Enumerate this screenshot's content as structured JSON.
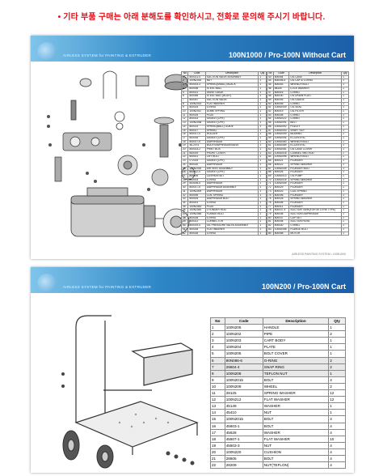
{
  "notice": "• 기타 부품 구매는 아래 분해도를 확인하시고, 전화로 문의해 주시기 바랍니다.",
  "sheet1": {
    "banner_sub": "AIRLESS SYSTEM for PAINTING & EXTRUDER",
    "model": "100N1000 / Pro-100N Without Cart",
    "footer": "AIRLESS PAINTING SYSTEM • 100N1000",
    "headers": [
      "No",
      "Code",
      "Description",
      "Qty"
    ],
    "rows_left": [
      [
        "1",
        "800021-4",
        "SUCTION VALVE ASSEMBLY",
        "1"
      ],
      [
        "2",
        "100N2016",
        "NUT",
        "1"
      ],
      [
        "3",
        "800003-3",
        "SPRING(SMALL) BLACK",
        "1"
      ],
      [
        "4",
        "800008",
        "STEEL BALL",
        "1"
      ],
      [
        "5",
        "800021",
        "VALVE GUIDE",
        "1"
      ],
      [
        "6",
        "800055",
        "STEEL BALL (BODY)",
        "1"
      ],
      [
        "7",
        "800057",
        "SUCTION VALVE",
        "1"
      ],
      [
        "8",
        "100N2014",
        "FLAT WASHER",
        "1"
      ],
      [
        "9",
        "800024",
        "O-RING",
        "1"
      ],
      [
        "10",
        "100N2011",
        "DOME SPRING",
        "1"
      ],
      [
        "11",
        "800025",
        "PLUG",
        "1"
      ],
      [
        "12",
        "800013",
        "GASKET(CPR)",
        "1"
      ],
      [
        "13",
        "100N2038",
        "GASKET(CPR)",
        "1"
      ],
      [
        "14",
        "800023",
        "SPRING(BALL) GUIDE",
        "1"
      ],
      [
        "15",
        "800017",
        "SPRING",
        "1"
      ],
      [
        "16",
        "800017-4",
        "HOLDER",
        "1"
      ],
      [
        "17",
        "800016",
        "GASKET(CPR)",
        "1"
      ],
      [
        "18",
        "800017-5",
        "DIAPHRAGM",
        "1"
      ],
      [
        "19",
        "46-2074",
        "BODY/DIAPHRAGM/VALVE",
        "1"
      ],
      [
        "20",
        "800023-2",
        "PRINT BOX",
        "1"
      ],
      [
        "21",
        "800019",
        "FRONT COVER",
        "1"
      ],
      [
        "22",
        "800001",
        "CRY BOLT",
        "1"
      ],
      [
        "23",
        "072024",
        "GASKET(CPR)",
        "1"
      ],
      [
        "24",
        "800020",
        "DIAPHRAGM",
        "1"
      ],
      [
        "25",
        "100N2016",
        "AIR VENT ASSEMBLY",
        "1"
      ],
      [
        "26",
        "800012-4",
        "GASKET(CPR)",
        "1"
      ],
      [
        "27",
        "800006",
        "CUSHION SET",
        "1"
      ],
      [
        "28",
        "800003",
        "O-RING",
        "1"
      ],
      [
        "29",
        "800006-4",
        "DIAPHRAGM",
        "1"
      ],
      [
        "30",
        "800017-5",
        "DIAPHRAGM ASSEMBLY",
        "1"
      ],
      [
        "31",
        "100N2009",
        "DIAPHRAGM",
        "1"
      ],
      [
        "32",
        "800006",
        "COIL SPRING",
        "1"
      ],
      [
        "33",
        "800004",
        "DIAPHRAGM BOLT",
        "1"
      ],
      [
        "34",
        "800001",
        "O-RING",
        "1"
      ],
      [
        "35",
        "100N2043",
        "PLUG",
        "1"
      ],
      [
        "36",
        "100N2044",
        "CYLINDER ROD",
        "1"
      ],
      [
        "37",
        "100N2048",
        "FLANGE BOLT",
        "1"
      ],
      [
        "38",
        "800028",
        "O-RING",
        "1"
      ],
      [
        "39",
        "800021",
        "CONNECTOR",
        "1"
      ],
      [
        "40",
        "800019-4",
        "OIL PRESSURE VALVE ASSEMBLY",
        "1"
      ],
      [
        "41",
        "800035",
        "FLAT WASHER",
        "1"
      ],
      [
        "42",
        "800028",
        "O-RING",
        "1"
      ]
    ],
    "rows_right": [
      [
        "43",
        "800054",
        "OIL CASE",
        "1"
      ],
      [
        "44",
        "800006-4",
        "OIL CAP & O-RING",
        "1"
      ],
      [
        "45",
        "800053",
        "WRENCH BOLT",
        "1"
      ],
      [
        "46",
        "88105",
        "LOCK WASHER",
        "1"
      ],
      [
        "47",
        "800016",
        "O-RING",
        "1"
      ],
      [
        "48",
        "800030",
        "OIL DRAIN PLUG",
        "1"
      ],
      [
        "49",
        "800005",
        "OIL GAUGE",
        "1"
      ],
      [
        "50",
        "800006",
        "O-RING",
        "1"
      ],
      [
        "51",
        "100N2009",
        "OIL SEAL",
        "1"
      ],
      [
        "52",
        "800019",
        "OIL FILTER",
        "1"
      ],
      [
        "53",
        "800008",
        "O-RING",
        "1"
      ],
      [
        "54",
        "100N2022",
        "O-RING",
        "1"
      ],
      [
        "55",
        "100N2091",
        "BELT",
        "1"
      ],
      [
        "56",
        "100N2092",
        "PULLEY",
        "1"
      ],
      [
        "57",
        "100N2093",
        "SHAFT KEY",
        "1"
      ],
      [
        "58",
        "100N2099",
        "BEARING",
        "1"
      ],
      [
        "59",
        "100N2094",
        "ECCENTRIC",
        "1"
      ],
      [
        "60",
        "100N2080",
        "WRENCH BOLT",
        "1"
      ],
      [
        "61",
        "100N2089",
        "ECCENTRIC",
        "1"
      ],
      [
        "62",
        "100N2081",
        "OIL CASE COVER",
        "1"
      ],
      [
        "63",
        "100N2016",
        "CONNECTING ROD",
        "1"
      ],
      [
        "64",
        "100N2096",
        "WRENCH BOLT",
        "1"
      ],
      [
        "65",
        "800021",
        "PLUNGER",
        "1"
      ],
      [
        "66",
        "800022",
        "SPRING WASHER",
        "1"
      ],
      [
        "67",
        "100N2049",
        "PLUNGER BOLT",
        "1"
      ],
      [
        "68",
        "800026",
        "PLUNGER",
        "1"
      ],
      [
        "69",
        "100N2013",
        "OIL PUMP",
        "1"
      ],
      [
        "70",
        "100N2016",
        "SPRING WASHER",
        "1"
      ],
      [
        "71",
        "100N2049",
        "PLUNGER",
        "1"
      ],
      [
        "72",
        "800029",
        "PLUNGER",
        "1"
      ],
      [
        "73",
        "800023",
        "COIL SPRING",
        "1"
      ],
      [
        "74",
        "800006",
        "PLUNGER",
        "1"
      ],
      [
        "75",
        "800028",
        "SPRING WASHER",
        "1"
      ],
      [
        "76",
        "800008",
        "PLUNGER",
        "1"
      ],
      [
        "77",
        "800011",
        "PLUNGER",
        "1"
      ],
      [
        "78",
        "800037-4",
        "SUCTION TANK(FOR 50 LITRE TYPE)",
        "1"
      ],
      [
        "79",
        "800036",
        "SUCTION DIAPHRAGM",
        "1"
      ],
      [
        "80",
        "800037",
        "CLIP SET",
        "1"
      ],
      [
        "81",
        "800008",
        "SUCTION HOSE",
        "1"
      ],
      [
        "82",
        "800030",
        "O-RING",
        "1"
      ],
      [
        "83",
        "100N2056",
        "FLANGE BOLT",
        "1"
      ],
      [
        "84",
        "800058",
        "MOTOR",
        "1"
      ]
    ]
  },
  "sheet2": {
    "banner_sub": "AIRLESS SYSTEM for PAINTING & EXTRUDER",
    "model": "100N200 / Pro-100N Cart",
    "headers": [
      "No",
      "Code",
      "Description",
      "Qty"
    ],
    "rows": [
      [
        "1",
        "100N205",
        "HANDLE",
        "1"
      ],
      [
        "2",
        "100N202",
        "PIPE",
        "2"
      ],
      [
        "3",
        "100N203",
        "CART BODY",
        "1"
      ],
      [
        "4",
        "100N204",
        "PLATE",
        "1"
      ],
      [
        "5",
        "100N205",
        "BOLT COVER",
        "1"
      ],
      [
        "6",
        "80N086-6",
        "O-RING",
        "2"
      ],
      [
        "7",
        "29604-4",
        "SNAP RING",
        "2"
      ],
      [
        "8",
        "100N208",
        "TEFLON NUT",
        "1"
      ],
      [
        "9",
        "100N2015",
        "BOLT",
        "4"
      ],
      [
        "10",
        "100N209",
        "WHEEL",
        "2"
      ],
      [
        "11",
        "28125",
        "SPRING WASHER",
        "12"
      ],
      [
        "12",
        "100N212",
        "FLAT WASHER",
        "12"
      ],
      [
        "13",
        "45149",
        "WASHER",
        "1"
      ],
      [
        "14",
        "45410",
        "NUT",
        "1"
      ],
      [
        "15",
        "100N2015",
        "BOLT",
        "4"
      ],
      [
        "16",
        "45603-1",
        "BOLT",
        "4"
      ],
      [
        "17",
        "45628",
        "WASHER",
        "4"
      ],
      [
        "18",
        "45507-1",
        "FLAT WASHER",
        "10"
      ],
      [
        "19",
        "45503-3",
        "NUT",
        "4"
      ],
      [
        "20",
        "100N220",
        "CUSHION",
        "4"
      ],
      [
        "21",
        "28605",
        "BOLT",
        "4"
      ],
      [
        "22",
        "28209",
        "NUT(TEFLON)",
        "4"
      ]
    ],
    "highlight_rows": [
      5,
      6,
      7
    ]
  }
}
